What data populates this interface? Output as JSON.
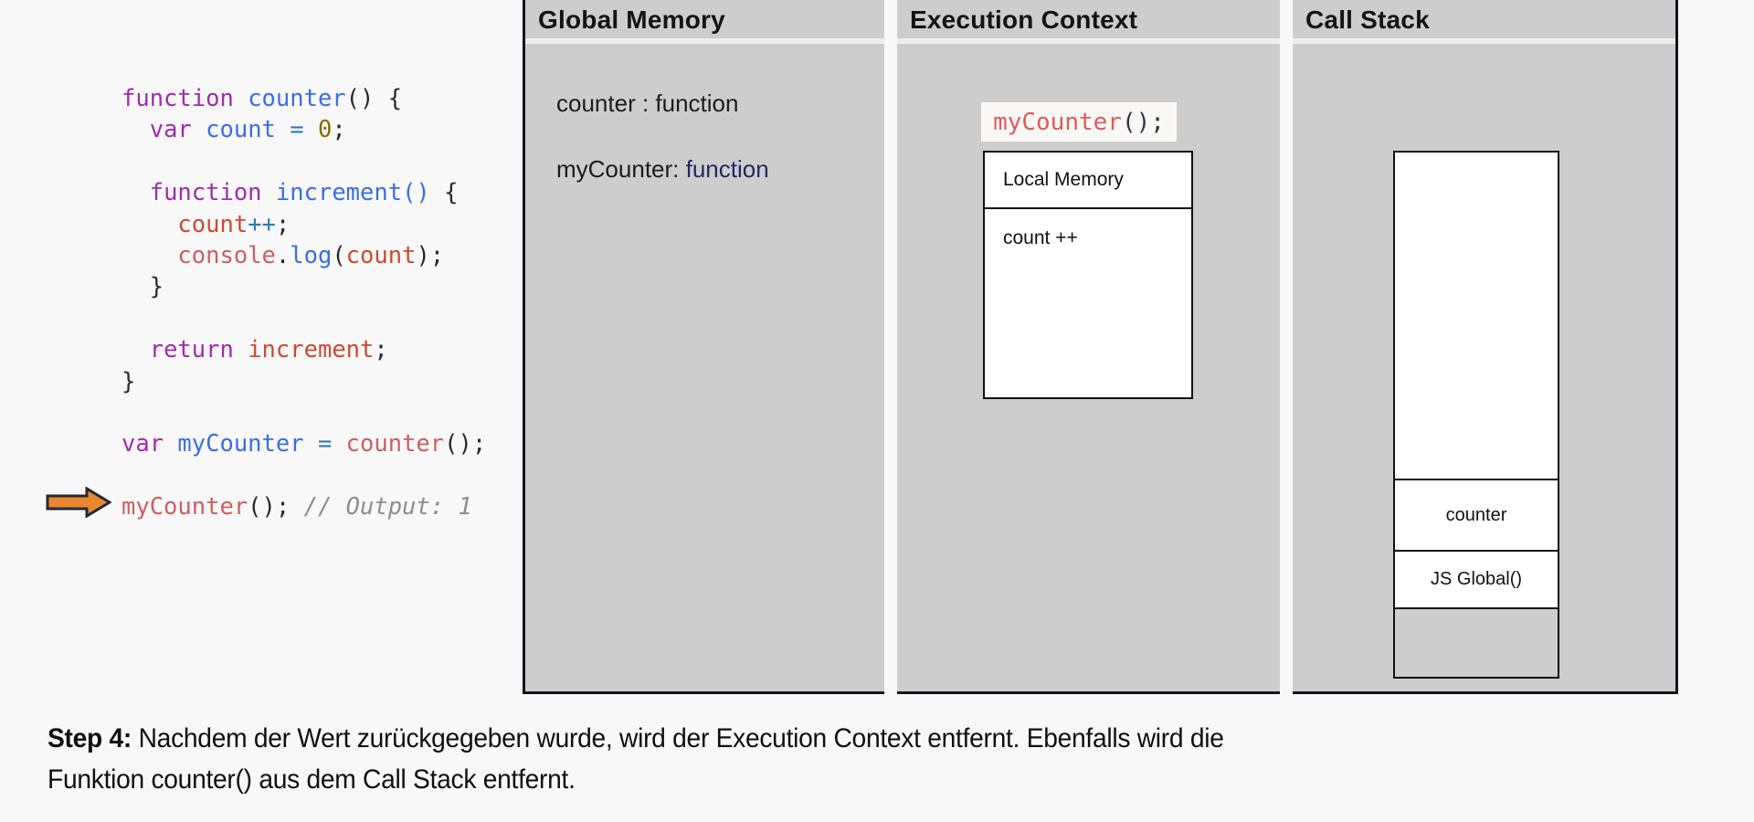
{
  "code": {
    "lines": [
      [
        [
          "kw",
          "function"
        ],
        [
          "plain",
          " "
        ],
        [
          "fn",
          "counter"
        ],
        [
          "plain",
          "() {"
        ]
      ],
      [
        [
          "plain",
          "  "
        ],
        [
          "kw",
          "var"
        ],
        [
          "plain",
          " "
        ],
        [
          "fn",
          "count"
        ],
        [
          "plain",
          " "
        ],
        [
          "op",
          "="
        ],
        [
          "plain",
          " "
        ],
        [
          "num",
          "0"
        ],
        [
          "plain",
          ";"
        ]
      ],
      [],
      [
        [
          "plain",
          "  "
        ],
        [
          "kw",
          "function"
        ],
        [
          "plain",
          " "
        ],
        [
          "fn",
          "increment()"
        ],
        [
          "plain",
          " {"
        ]
      ],
      [
        [
          "plain",
          "    "
        ],
        [
          "var",
          "count"
        ],
        [
          "op",
          "++"
        ],
        [
          "plain",
          ";"
        ]
      ],
      [
        [
          "plain",
          "    "
        ],
        [
          "obj",
          "console"
        ],
        [
          "plain",
          "."
        ],
        [
          "fn",
          "log"
        ],
        [
          "plain",
          "("
        ],
        [
          "var",
          "count"
        ],
        [
          "plain",
          ");"
        ]
      ],
      [
        [
          "plain",
          "  }"
        ]
      ],
      [],
      [
        [
          "plain",
          "  "
        ],
        [
          "kw",
          "return"
        ],
        [
          "plain",
          " "
        ],
        [
          "var",
          "increment"
        ],
        [
          "plain",
          ";"
        ]
      ],
      [
        [
          "plain",
          "}"
        ]
      ],
      [],
      [
        [
          "kw",
          "var"
        ],
        [
          "plain",
          " "
        ],
        [
          "fn",
          "myCounter"
        ],
        [
          "plain",
          " "
        ],
        [
          "op",
          "="
        ],
        [
          "plain",
          " "
        ],
        [
          "obj",
          "counter"
        ],
        [
          "plain",
          "();"
        ]
      ],
      [],
      [
        [
          "obj",
          "myCounter"
        ],
        [
          "plain",
          "(); "
        ],
        [
          "com",
          "// Output: 1"
        ]
      ]
    ]
  },
  "arrow": {
    "icon": "right-arrow",
    "fill": "#e8872e",
    "outline": "#232838"
  },
  "panels": {
    "global_memory": {
      "title": "Global Memory",
      "entries": [
        {
          "name": "counter",
          "sep": " : ",
          "type": "function"
        },
        {
          "name": "myCounter",
          "sep": ": ",
          "type": "function"
        }
      ],
      "type_navy_color": "#1e2a5e"
    },
    "execution_context": {
      "title": "Execution Context",
      "call_label": {
        "fn": "myCounter",
        "rest": "();"
      },
      "box": {
        "header": "Local Memory",
        "body": "count ++"
      }
    },
    "call_stack": {
      "title": "Call Stack",
      "frames": [
        "counter",
        "JS Global()"
      ]
    }
  },
  "caption": {
    "step_label": "Step 4:",
    "line1_rest": " Nachdem der Wert zurückgegeben wurde, wird der Execution Context entfernt. Ebenfalls wird die",
    "line2": "Funktion counter() aus dem Call Stack entfernt."
  },
  "colors": {
    "panel_fill": "#cdcdcd",
    "panel_border": "#14141c",
    "badge_bg": "#faf8f5",
    "badge_red": "#e05a5c",
    "page_bg": "#f8f8f8"
  }
}
